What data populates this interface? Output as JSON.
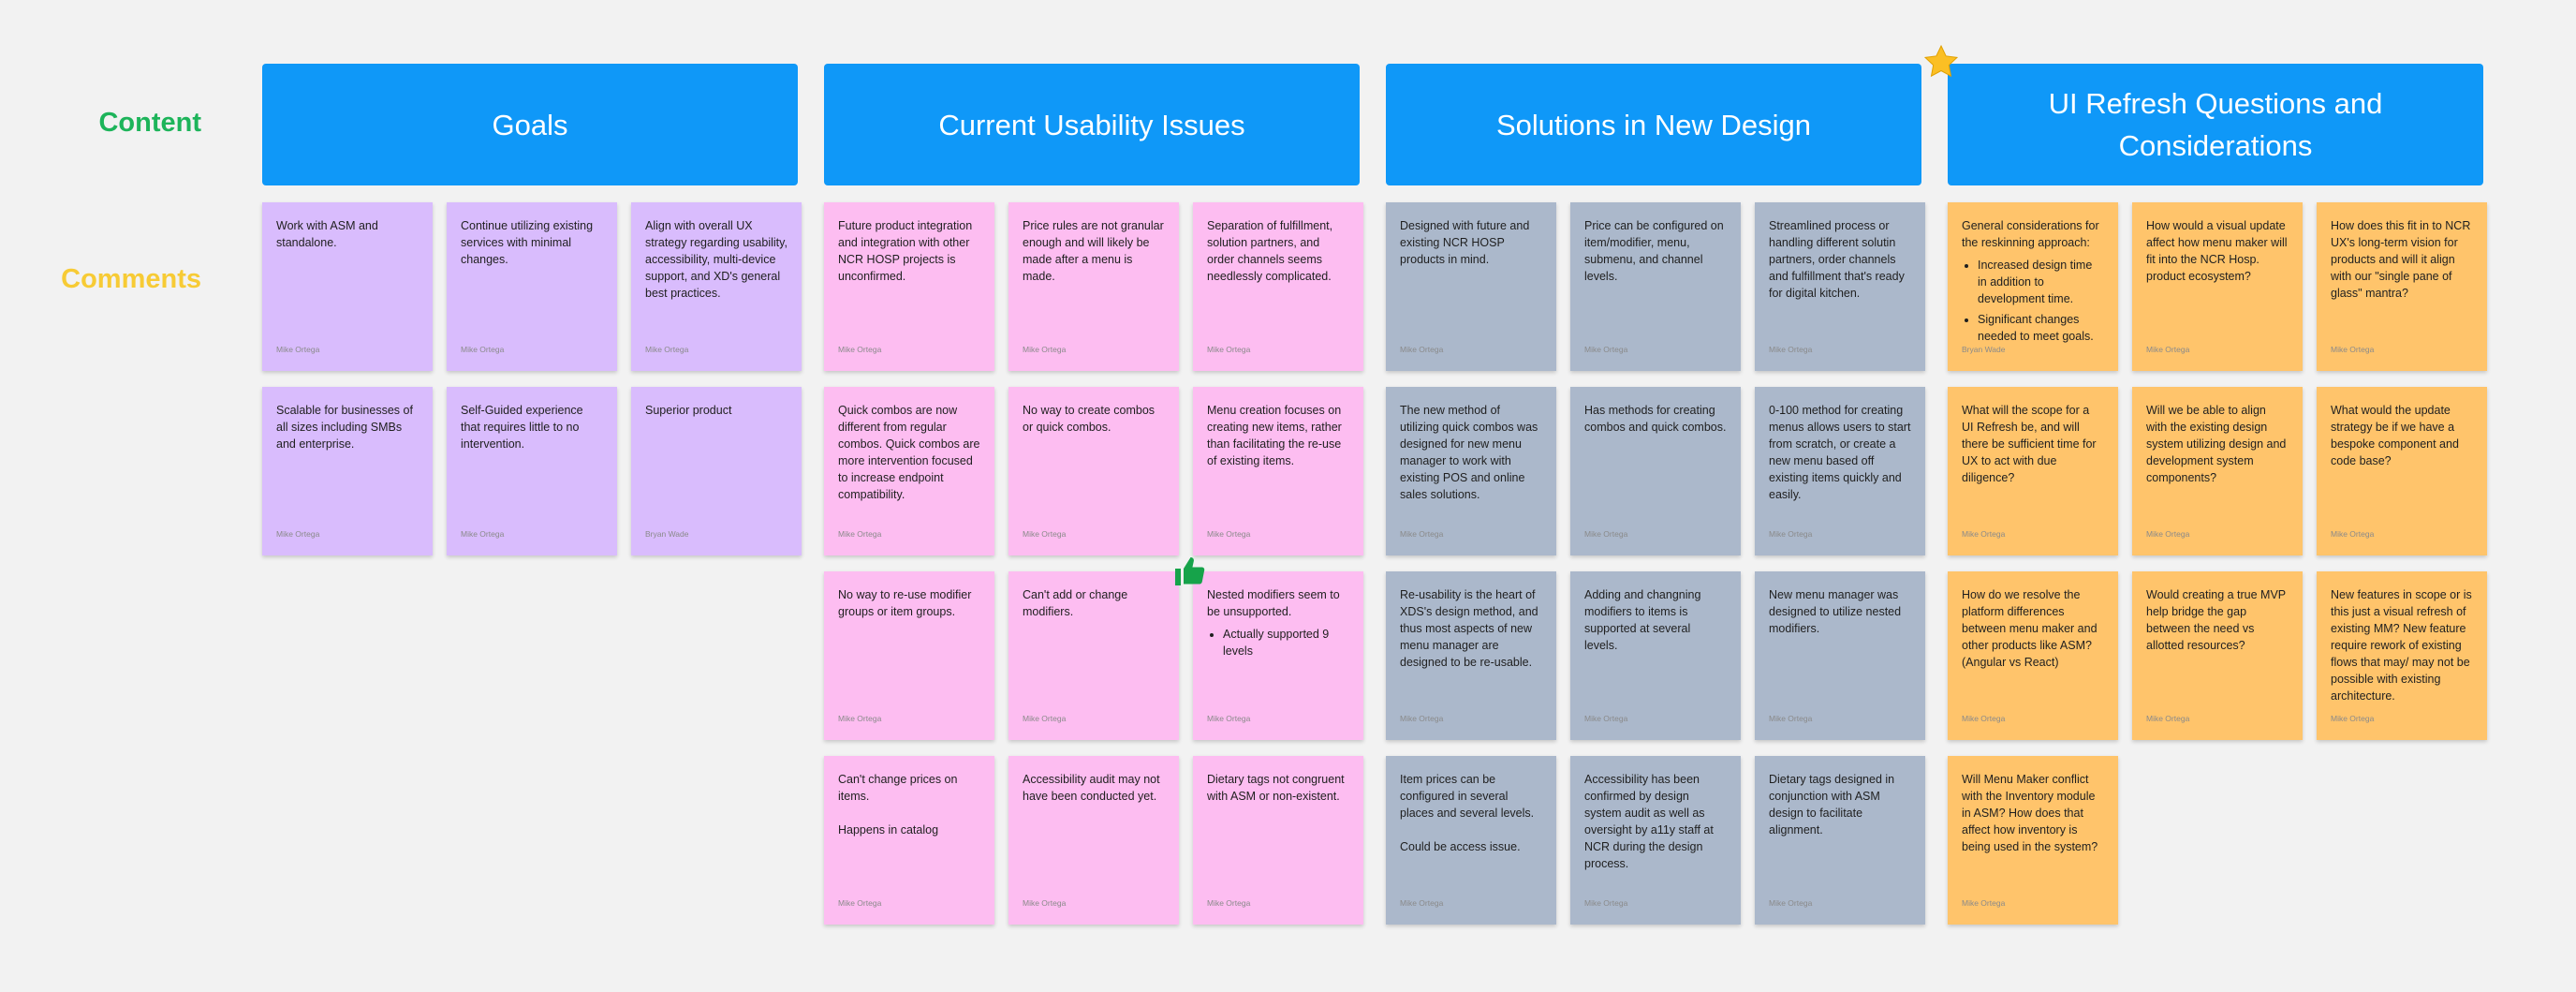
{
  "row_labels": {
    "content": "Content",
    "comments": "Comments",
    "content_color": "#1db45a",
    "comments_color": "#f7cb35"
  },
  "columns": [
    {
      "title": "Goals",
      "header_color": "#0f98f8",
      "note_color": "#d9bcfd",
      "notes": [
        {
          "text": "Work with ASM and standalone.",
          "author": "Mike Ortega"
        },
        {
          "text": "Continue utilizing existing services with minimal changes.",
          "author": "Mike Ortega"
        },
        {
          "text": "Align with overall UX strategy regarding usability, accessibility, multi-device support, and XD's general best practices.",
          "author": "Mike Ortega"
        },
        {
          "text": "Scalable for businesses of all sizes including SMBs and enterprise.",
          "author": "Mike Ortega"
        },
        {
          "text": "Self-Guided experience that requires little to no intervention.",
          "author": "Mike Ortega"
        },
        {
          "text": "Superior product",
          "author": "Bryan Wade"
        }
      ]
    },
    {
      "title": "Current Usability Issues",
      "header_color": "#0f98f8",
      "note_color": "#fdbdf1",
      "notes": [
        {
          "text": "Future product integration and integration with other NCR HOSP projects is unconfirmed.",
          "author": "Mike Ortega"
        },
        {
          "text": "Price rules are not granular enough and will likely be made after a menu is made.",
          "author": "Mike Ortega"
        },
        {
          "text": "Separation of fulfillment, solution partners, and order channels seems needlessly complicated.",
          "author": "Mike Ortega"
        },
        {
          "text": "Quick combos are now different from regular combos. Quick combos are more intervention focused to increase endpoint compatibility.",
          "author": "Mike Ortega"
        },
        {
          "text": "No way to create combos or quick combos.",
          "author": "Mike Ortega"
        },
        {
          "text": "Menu creation focuses on creating new items, rather than facilitating the re-use of existing items.",
          "author": "Mike Ortega"
        },
        {
          "text": "No way to re-use modifier groups or item groups.",
          "author": "Mike Ortega"
        },
        {
          "text": "Can't add or change modifiers.",
          "author": "Mike Ortega"
        },
        {
          "text": "Nested modifiers seem to be unsupported.",
          "bullets": [
            "Actually supported 9 levels"
          ],
          "author": "Mike Ortega"
        },
        {
          "text": "Can't change prices on items.\n\nHappens in catalog",
          "author": "Mike Ortega"
        },
        {
          "text": "Accessibility audit may not have been conducted yet.",
          "author": "Mike Ortega"
        },
        {
          "text": "Dietary tags not congruent with ASM or non-existent.",
          "author": "Mike Ortega"
        }
      ]
    },
    {
      "title": "Solutions in New Design",
      "header_color": "#0f98f8",
      "note_color": "#abb8cb",
      "notes": [
        {
          "text": "Designed with future and existing NCR HOSP products in mind.",
          "author": "Mike Ortega"
        },
        {
          "text": "Price can be configured on item/modifier, menu, submenu, and channel levels.",
          "author": "Mike Ortega"
        },
        {
          "text": "Streamlined process or handling different solutin partners, order channels and fulfillment that's ready for digital kitchen.",
          "author": "Mike Ortega"
        },
        {
          "text": "The new method of utilizing quick combos was designed for new menu manager to work with existing POS and online sales solutions.",
          "author": "Mike Ortega"
        },
        {
          "text": "Has methods for creating combos and quick combos.",
          "author": "Mike Ortega"
        },
        {
          "text": "0-100 method for creating menus allows users to start from scratch, or create a new menu based off existing items quickly and easily.",
          "author": "Mike Ortega"
        },
        {
          "text": "Re-usability is the heart of XDS's design method, and thus most aspects of new menu manager are designed to be re-usable.",
          "author": "Mike Ortega"
        },
        {
          "text": "Adding and changning modifiers to items is supported at several levels.",
          "author": "Mike Ortega"
        },
        {
          "text": "New menu manager was designed to utilize nested modifiers.",
          "author": "Mike Ortega"
        },
        {
          "text": "Item prices can be configured in several places and several levels.\n\nCould be access issue.",
          "author": "Mike Ortega"
        },
        {
          "text": "Accessibility has been confirmed by design system audit as well as oversight by a11y staff at NCR during the design process.",
          "author": "Mike Ortega"
        },
        {
          "text": "Dietary tags designed in conjunction with ASM design to facilitate alignment.",
          "author": "Mike Ortega"
        }
      ]
    },
    {
      "title": "UI Refresh Questions and Considerations",
      "header_color": "#0f98f8",
      "note_color": "#ffc46b",
      "notes": [
        {
          "text": "General considerations for the reskinning approach:",
          "bullets": [
            "Increased design time in addition to development time.",
            "Significant changes needed to meet goals."
          ],
          "author": "Bryan Wade"
        },
        {
          "text": "How would a visual update affect how menu maker will fit into the NCR Hosp. product ecosystem?",
          "author": "Mike Ortega"
        },
        {
          "text": "How does this fit in to NCR UX's long-term vision for products and will it align with our \"single pane of glass\" mantra?",
          "author": "Mike Ortega"
        },
        {
          "text": "What will the scope for a UI Refresh be, and will there be sufficient time for UX to act with due diligence?",
          "author": "Mike Ortega"
        },
        {
          "text": "Will we be able to align with the existing design system utilizing design and development system components?",
          "author": "Mike Ortega"
        },
        {
          "text": "What would the update strategy be if we have a bespoke component and code base?",
          "author": "Mike Ortega"
        },
        {
          "text": "How do we resolve the platform differences between menu maker and other products like ASM? (Angular vs React)",
          "author": "Mike Ortega"
        },
        {
          "text": "Would creating a true MVP help bridge the gap between the need vs allotted resources?",
          "author": "Mike Ortega"
        },
        {
          "text": "New features in scope or is this just a visual refresh of existing MM? New feature require rework of existing flows that may/ may not be possible with existing architecture.",
          "author": "Mike Ortega"
        },
        {
          "text": "Will Menu Maker conflict with the Inventory module in ASM? How does that affect how inventory is being used in the system?",
          "author": "Mike Ortega"
        }
      ]
    }
  ],
  "icons": {
    "star": "star-icon",
    "thumbs_up": "thumbs-up-icon",
    "star_color": "#fbbf24",
    "thumb_color": "#16a34a"
  }
}
